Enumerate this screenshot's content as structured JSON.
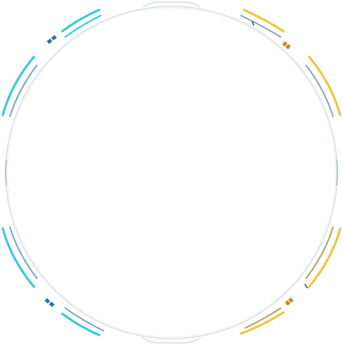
{
  "hud": {
    "colors": {
      "ring": "#cfd6df",
      "ring_dark": "#8a9bb0",
      "cyan": "#37c9da",
      "cyan_inner": "#6aa3c6",
      "yellow": "#f0c43a",
      "yellow_inner": "#7fa3bd",
      "label_blue": "#2f6ea8",
      "label_orange": "#c78a1f"
    },
    "quadrants": [
      {
        "id": "top-left",
        "color": "cyan",
        "label": "",
        "label_icon": "gauge-icon"
      },
      {
        "id": "top-right",
        "color": "yellow",
        "label": "",
        "label_icon": "gauge-icon"
      },
      {
        "id": "bottom-left",
        "color": "cyan",
        "label": "",
        "label_icon": "gauge-icon"
      },
      {
        "id": "bottom-right",
        "color": "yellow",
        "label": "",
        "label_icon": "gauge-icon"
      }
    ]
  }
}
